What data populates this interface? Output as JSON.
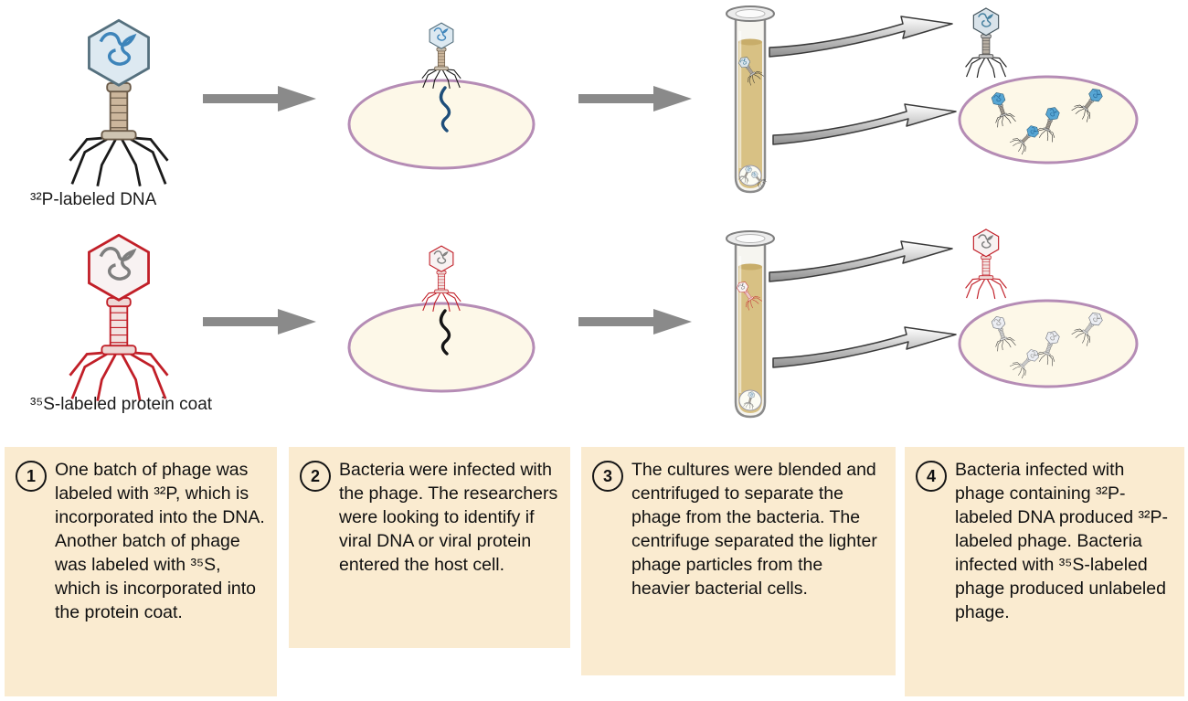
{
  "diagram": {
    "row_32p": {
      "label": "³²P-labeled DNA"
    },
    "row_35s": {
      "label": "³⁵S-labeled protein coat"
    }
  },
  "steps": [
    {
      "number": "1",
      "text": "One batch of phage was labeled with ³²P, which is incorporated into the DNA. Another batch of phage was labeled with ³⁵S, which is incorporated into the protein coat."
    },
    {
      "number": "2",
      "text": "Bacteria were infected with the phage. The researchers were looking to identify if viral DNA or viral protein entered the host cell."
    },
    {
      "number": "3",
      "text": "The cultures were blended and centrifuged to separate the phage from the bacteria. The centrifuge separated the lighter phage particles from the heavier bacterial cells."
    },
    {
      "number": "4",
      "text": "Bacteria infected with phage containing ³²P-labeled DNA produced ³²P-labeled phage. Bacteria infected with ³⁵S-labeled phage produced unlabeled phage."
    }
  ],
  "colors": {
    "box_bg": "#faebd0",
    "cell_fill": "#fdf8e8",
    "cell_stroke": "#b58cb5",
    "arrow_gray": "#8a8a8a",
    "tube_liquid": "#d8c184",
    "phage_red": "#c11f28",
    "phage_blue": "#3d84ba"
  }
}
